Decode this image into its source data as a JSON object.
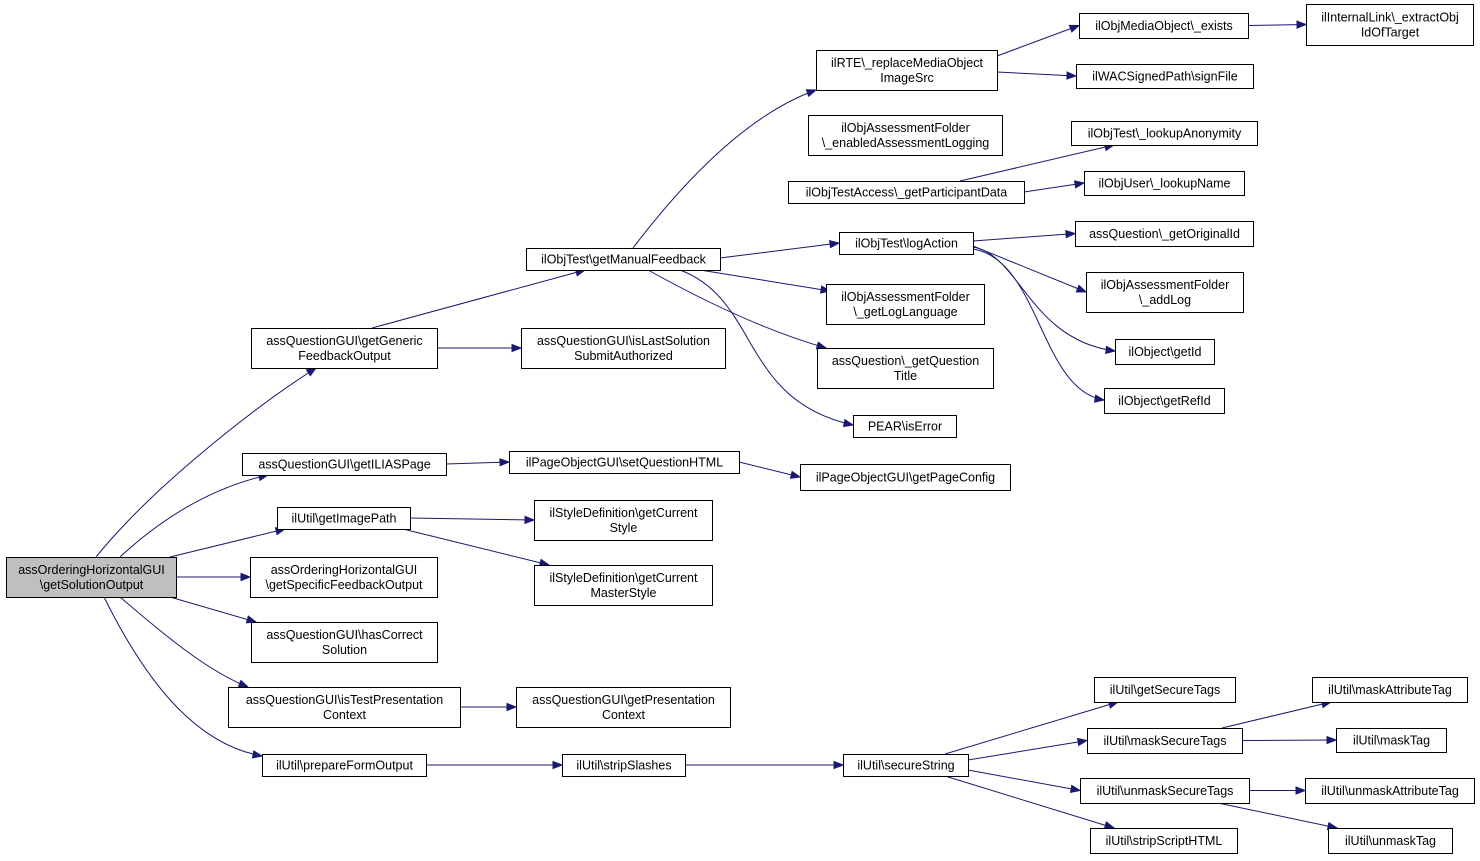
{
  "nodes": [
    {
      "id": "root",
      "lines": [
        "assOrderingHorizontalGUI",
        "\\getSolutionOutput"
      ],
      "root": true
    },
    {
      "id": "getGenericFeedbackOutput",
      "lines": [
        "assQuestionGUI\\getGeneric",
        "FeedbackOutput"
      ]
    },
    {
      "id": "getILIASPage",
      "lines": [
        "assQuestionGUI\\getILIASPage"
      ]
    },
    {
      "id": "getImagePath",
      "lines": [
        "ilUtil\\getImagePath"
      ]
    },
    {
      "id": "getSpecificFeedbackOutput",
      "lines": [
        "assOrderingHorizontalGUI",
        "\\getSpecificFeedbackOutput"
      ]
    },
    {
      "id": "hasCorrectSolution",
      "lines": [
        "assQuestionGUI\\hasCorrect",
        "Solution"
      ]
    },
    {
      "id": "isTestPresentationContext",
      "lines": [
        "assQuestionGUI\\isTestPresentation",
        "Context"
      ]
    },
    {
      "id": "prepareFormOutput",
      "lines": [
        "ilUtil\\prepareFormOutput"
      ]
    },
    {
      "id": "getManualFeedback",
      "lines": [
        "ilObjTest\\getManualFeedback"
      ]
    },
    {
      "id": "isLastSolutionSubmitAuthorized",
      "lines": [
        "assQuestionGUI\\isLastSolution",
        "SubmitAuthorized"
      ]
    },
    {
      "id": "setQuestionHTML",
      "lines": [
        "ilPageObjectGUI\\setQuestionHTML"
      ]
    },
    {
      "id": "getCurrentStyle",
      "lines": [
        "ilStyleDefinition\\getCurrent",
        "Style"
      ]
    },
    {
      "id": "getCurrentMasterStyle",
      "lines": [
        "ilStyleDefinition\\getCurrent",
        "MasterStyle"
      ]
    },
    {
      "id": "getPresentationContext",
      "lines": [
        "assQuestionGUI\\getPresentation",
        "Context"
      ]
    },
    {
      "id": "stripSlashes",
      "lines": [
        "ilUtil\\stripSlashes"
      ]
    },
    {
      "id": "replaceMediaObjectImageSrc",
      "lines": [
        "ilRTE\\_replaceMediaObject",
        "ImageSrc"
      ]
    },
    {
      "id": "enabledAssessmentLogging",
      "lines": [
        "ilObjAssessmentFolder",
        "\\_enabledAssessmentLogging"
      ]
    },
    {
      "id": "getParticipantData",
      "lines": [
        "ilObjTestAccess\\_getParticipantData"
      ]
    },
    {
      "id": "logAction",
      "lines": [
        "ilObjTest\\logAction"
      ]
    },
    {
      "id": "getLogLanguage",
      "lines": [
        "ilObjAssessmentFolder",
        "\\_getLogLanguage"
      ]
    },
    {
      "id": "getQuestionTitle",
      "lines": [
        "assQuestion\\_getQuestion",
        "Title"
      ]
    },
    {
      "id": "isError",
      "lines": [
        "PEAR\\isError"
      ]
    },
    {
      "id": "getPageConfig",
      "lines": [
        "ilPageObjectGUI\\getPageConfig"
      ]
    },
    {
      "id": "secureString",
      "lines": [
        "ilUtil\\secureString"
      ]
    },
    {
      "id": "exists",
      "lines": [
        "ilObjMediaObject\\_exists"
      ]
    },
    {
      "id": "signFile",
      "lines": [
        "ilWACSignedPath\\signFile"
      ]
    },
    {
      "id": "lookupAnonymity",
      "lines": [
        "ilObjTest\\_lookupAnonymity"
      ]
    },
    {
      "id": "lookupName",
      "lines": [
        "ilObjUser\\_lookupName"
      ]
    },
    {
      "id": "getOriginalId",
      "lines": [
        "assQuestion\\_getOriginalId"
      ]
    },
    {
      "id": "addLog",
      "lines": [
        "ilObjAssessmentFolder",
        "\\_addLog"
      ]
    },
    {
      "id": "getId",
      "lines": [
        "ilObject\\getId"
      ]
    },
    {
      "id": "getRefId",
      "lines": [
        "ilObject\\getRefId"
      ]
    },
    {
      "id": "getSecureTags",
      "lines": [
        "ilUtil\\getSecureTags"
      ]
    },
    {
      "id": "maskSecureTags",
      "lines": [
        "ilUtil\\maskSecureTags"
      ]
    },
    {
      "id": "unmaskSecureTags",
      "lines": [
        "ilUtil\\unmaskSecureTags"
      ]
    },
    {
      "id": "stripScriptHTML",
      "lines": [
        "ilUtil\\stripScriptHTML"
      ]
    },
    {
      "id": "extractObjIdOfTarget",
      "lines": [
        "ilInternalLink\\_extractObj",
        "IdOfTarget"
      ]
    },
    {
      "id": "maskAttributeTag",
      "lines": [
        "ilUtil\\maskAttributeTag"
      ]
    },
    {
      "id": "maskTag",
      "lines": [
        "ilUtil\\maskTag"
      ]
    },
    {
      "id": "unmaskAttributeTag",
      "lines": [
        "ilUtil\\unmaskAttributeTag"
      ]
    },
    {
      "id": "unmaskTag",
      "lines": [
        "ilUtil\\unmaskTag"
      ]
    }
  ],
  "edges": [
    [
      "root",
      "getGenericFeedbackOutput"
    ],
    [
      "root",
      "getILIASPage"
    ],
    [
      "root",
      "getImagePath"
    ],
    [
      "root",
      "getSpecificFeedbackOutput"
    ],
    [
      "root",
      "hasCorrectSolution"
    ],
    [
      "root",
      "isTestPresentationContext"
    ],
    [
      "root",
      "prepareFormOutput"
    ],
    [
      "getGenericFeedbackOutput",
      "getManualFeedback"
    ],
    [
      "getGenericFeedbackOutput",
      "isLastSolutionSubmitAuthorized"
    ],
    [
      "getILIASPage",
      "setQuestionHTML"
    ],
    [
      "getImagePath",
      "getCurrentStyle"
    ],
    [
      "getImagePath",
      "getCurrentMasterStyle"
    ],
    [
      "isTestPresentationContext",
      "getPresentationContext"
    ],
    [
      "prepareFormOutput",
      "stripSlashes"
    ],
    [
      "getManualFeedback",
      "replaceMediaObjectImageSrc"
    ],
    [
      "getManualFeedback",
      "logAction"
    ],
    [
      "getManualFeedback",
      "getLogLanguage"
    ],
    [
      "getManualFeedback",
      "getQuestionTitle"
    ],
    [
      "getManualFeedback",
      "isError"
    ],
    [
      "setQuestionHTML",
      "getPageConfig"
    ],
    [
      "stripSlashes",
      "secureString"
    ],
    [
      "replaceMediaObjectImageSrc",
      "exists"
    ],
    [
      "replaceMediaObjectImageSrc",
      "signFile"
    ],
    [
      "exists",
      "extractObjIdOfTarget"
    ],
    [
      "getParticipantData",
      "lookupAnonymity"
    ],
    [
      "getParticipantData",
      "lookupName"
    ],
    [
      "logAction",
      "getOriginalId"
    ],
    [
      "logAction",
      "addLog"
    ],
    [
      "logAction",
      "getId"
    ],
    [
      "logAction",
      "getRefId"
    ],
    [
      "secureString",
      "getSecureTags"
    ],
    [
      "secureString",
      "maskSecureTags"
    ],
    [
      "secureString",
      "unmaskSecureTags"
    ],
    [
      "secureString",
      "stripScriptHTML"
    ],
    [
      "maskSecureTags",
      "maskAttributeTag"
    ],
    [
      "maskSecureTags",
      "maskTag"
    ],
    [
      "unmaskSecureTags",
      "unmaskAttributeTag"
    ],
    [
      "unmaskSecureTags",
      "unmaskTag"
    ]
  ]
}
